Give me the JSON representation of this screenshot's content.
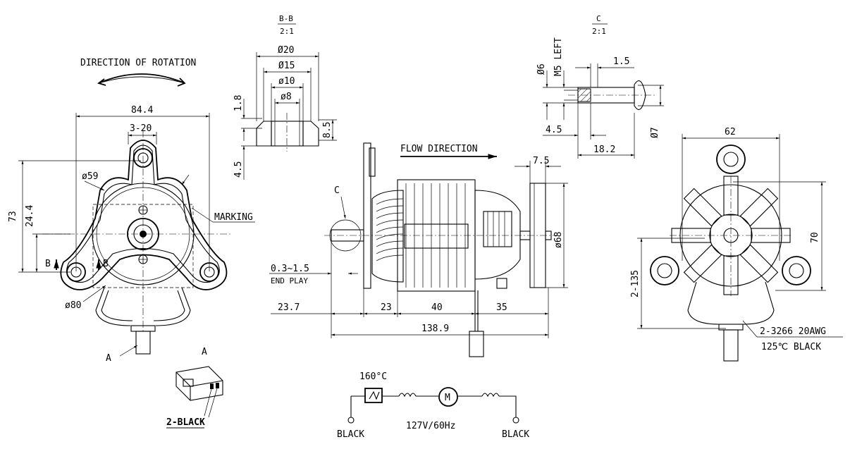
{
  "front_view": {
    "direction_of_rotation": "DIRECTION OF ROTATION",
    "dim_width": "84.4",
    "dim_slot": "3-20",
    "dim_diam_59": "ø59",
    "dim_height": "73",
    "dim_center_height": "24.4",
    "dim_diam_80": "ø80",
    "marking": "MARKING",
    "section_b_left": "B",
    "section_b_right": "B",
    "lead_a": "A"
  },
  "section_bb": {
    "title": "B-B",
    "scale": "2:1",
    "d20": "Ø20",
    "d15": "Ø15",
    "d10": "ø10",
    "d8": "ø8",
    "h18": "1.8",
    "h85": "8.5",
    "h45": "4.5"
  },
  "detail_c": {
    "title": "C",
    "scale": "2:1",
    "d6": "Ø6",
    "thread": "M5 LEFT",
    "l15": "1.5",
    "l45": "4.5",
    "l182": "18.2",
    "d7": "Ø7"
  },
  "side_view": {
    "flow_direction": "FLOW DIRECTION",
    "label_c": "C",
    "end_play": "0.3~1.5",
    "end_play_label": "END PLAY",
    "dim_75": "7.5",
    "dim_d68": "ø68",
    "dim_237": "23.7",
    "dim_23": "23",
    "dim_40": "40",
    "dim_35": "35",
    "dim_total": "138.9"
  },
  "rear_view": {
    "dim_62": "62",
    "dim_70": "70",
    "dim_135": "2-135",
    "wire_spec": "2-3266 20AWG",
    "wire_color": "125℃ BLACK"
  },
  "connector": {
    "label": "A",
    "wires": "2-BLACK"
  },
  "circuit": {
    "thermal": "160°C",
    "motor": "M",
    "voltage": "127V/60Hz",
    "left_wire": "BLACK",
    "right_wire": "BLACK"
  }
}
